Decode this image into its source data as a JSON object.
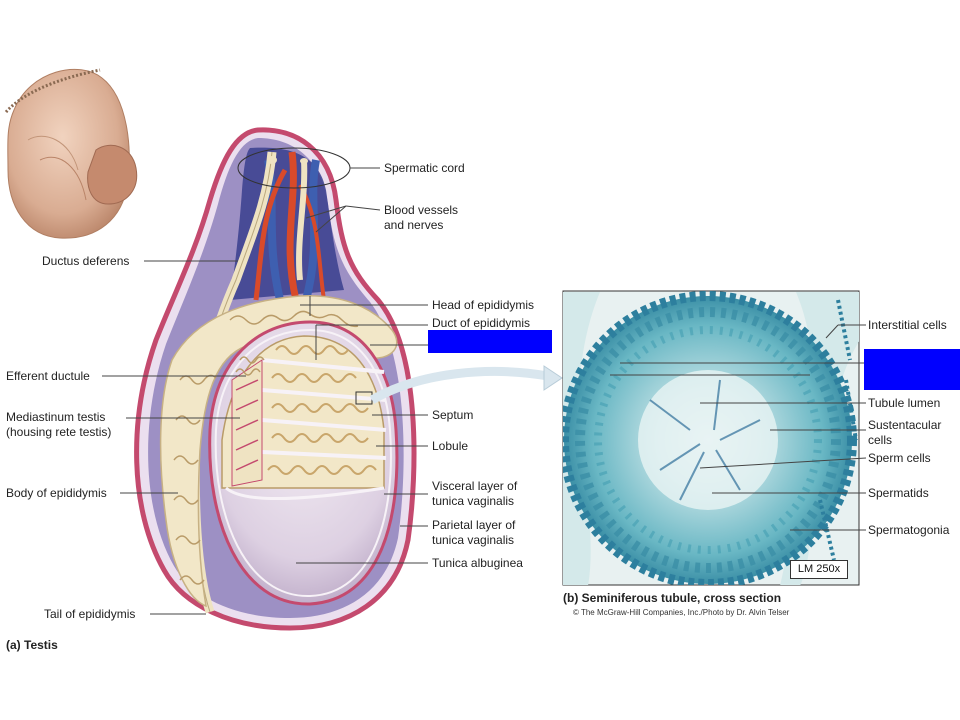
{
  "figure_a": {
    "caption": "(a) Testis",
    "labels": {
      "spermatic_cord": "Spermatic cord",
      "blood_vessels_1": "Blood vessels",
      "blood_vessels_2": "and nerves",
      "ductus_deferens": "Ductus deferens",
      "head_of_epididymis": "Head of epididymis",
      "duct_of_epididymis": "Duct of epididymis",
      "efferent_ductule": "Efferent ductule",
      "mediastinum_1": "Mediastinum testis",
      "mediastinum_2": "(housing rete testis)",
      "septum": "Septum",
      "lobule": "Lobule",
      "body_of_epididymis": "Body of epididymis",
      "visceral_1": "Visceral layer of",
      "visceral_2": "tunica vaginalis",
      "parietal_1": "Parietal layer of",
      "parietal_2": "tunica vaginalis",
      "tunica_albuginea": "Tunica albuginea",
      "tail_of_epididymis": "Tail of epididymis"
    }
  },
  "figure_b": {
    "caption": "(b) Seminiferous tubule, cross section",
    "credit": "© The McGraw-Hill Companies, Inc./Photo by Dr. Alvin Telser",
    "magnification": "LM 250x",
    "labels": {
      "interstitial_cells": "Interstitial cells",
      "tubule_lumen": "Tubule lumen",
      "sustentacular_1": "Sustentacular",
      "sustentacular_2": "cells",
      "sperm_cells": "Sperm cells",
      "spermatids": "Spermatids",
      "spermatogonia": "Spermatogonia"
    }
  },
  "colors": {
    "redaction": "#0000ff",
    "tunica": "#c44a6e",
    "blue_vessel": "#3e5fb0",
    "red_vessel": "#d84a2a",
    "tissue": "#f2e7c8",
    "stain": "#4aa3b5"
  }
}
